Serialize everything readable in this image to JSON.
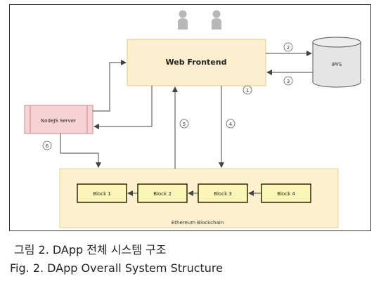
{
  "diagram": {
    "nodes": {
      "web_frontend": "Web Frontend",
      "ipfs": "IPFS",
      "nodejs_server": "NodeJS Server",
      "blockchain": "Ethereum Blockchain",
      "blocks": [
        "Block 1",
        "Block 2",
        "Block 3",
        "Block 4"
      ]
    },
    "step_labels": [
      "1",
      "2",
      "3",
      "4",
      "5",
      "6"
    ],
    "colors": {
      "frontend_fill": "#fcefd0",
      "frontend_stroke": "#e4c991",
      "ipfs_fill": "#e5e5e5",
      "server_fill": "#f7d2d2",
      "server_stroke": "#c98a8a",
      "chain_fill": "#fcf0cf",
      "block_fill": "#fbf6b8",
      "block_stroke": "#2a2a00",
      "arrow": "#444444"
    },
    "icons": [
      "user-icon",
      "user-icon"
    ]
  },
  "captions": {
    "korean": "그림 2. DApp 전체 시스템 구조",
    "english": "Fig. 2. DApp Overall System Structure"
  }
}
